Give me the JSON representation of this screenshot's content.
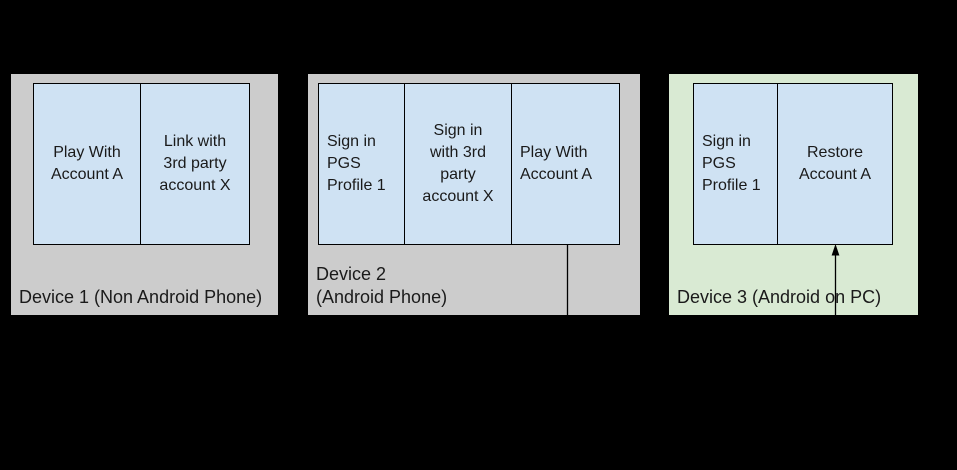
{
  "palette": {
    "background": "#000000",
    "device_phone_fill": "#cccccc",
    "device_pc_fill": "#d9ead3",
    "step_fill": "#cfe2f3",
    "step_border": "#000000",
    "text": "#1a1a1a",
    "arrow": "#000000"
  },
  "devices": [
    {
      "label": "Device 1 (Non Android Phone)",
      "boxes": [
        {
          "lines": [
            "Play With",
            "Account A"
          ]
        },
        {
          "lines": [
            "Link with",
            "3rd party",
            "account X"
          ]
        }
      ]
    },
    {
      "label_line1": "Device 2",
      "label_line2": "(Android Phone)",
      "boxes": [
        {
          "lines": [
            "Sign in",
            "PGS",
            "Profile 1"
          ]
        },
        {
          "lines": [
            "Sign in",
            "with 3rd",
            "party",
            "account X"
          ]
        },
        {
          "lines": [
            "Play With",
            "Account A"
          ]
        }
      ]
    },
    {
      "label": "Device 3 (Android on PC)",
      "boxes": [
        {
          "lines": [
            "Sign in",
            "PGS",
            "Profile 1"
          ]
        },
        {
          "lines": [
            "Restore",
            "Account A"
          ]
        }
      ]
    }
  ],
  "connector": {
    "type": "arrow",
    "from": "Play With Account A (Device 2)",
    "to": "Restore Account A (Device 3)",
    "color": "#000000"
  }
}
